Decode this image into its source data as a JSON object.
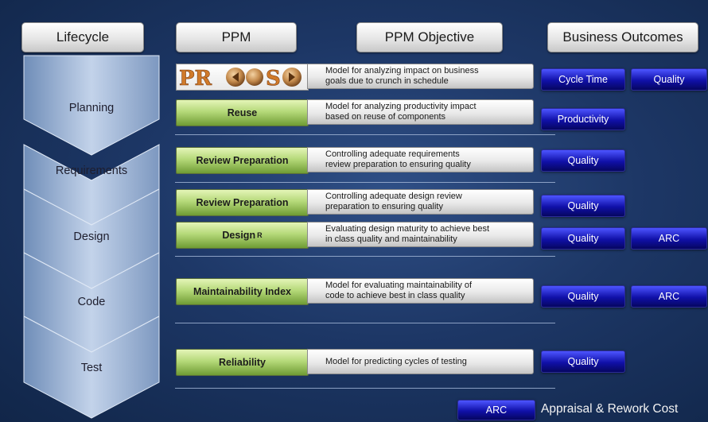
{
  "headers": {
    "lifecycle": "Lifecycle",
    "ppm": "PPM",
    "objective": "PPM Objective",
    "outcomes": "Business Outcomes"
  },
  "stages": [
    "Planning",
    "Requirements",
    "Design",
    "Code",
    "Test"
  ],
  "logo": {
    "text_left": "PR",
    "text_right": "S"
  },
  "rows": [
    {
      "ppm": "",
      "objective_line1": "Model for analyzing impact on business",
      "objective_line2": "goals due to crunch in schedule",
      "outcomes": [
        "Cycle Time",
        "Quality"
      ]
    },
    {
      "ppm": "Reuse",
      "objective_line1": "Model for analyzing productivity impact",
      "objective_line2": "based on reuse of components",
      "outcomes": [
        "Productivity"
      ]
    },
    {
      "ppm": "Review Preparation",
      "objective_line1": "Controlling adequate requirements",
      "objective_line2": "review preparation to ensuring quality",
      "outcomes": [
        "Quality"
      ]
    },
    {
      "ppm": "Review Preparation",
      "objective_line1": "Controlling  adequate design review",
      "objective_line2": "preparation to ensuring quality",
      "outcomes": [
        "Quality"
      ]
    },
    {
      "ppm": "Design",
      "ppm_sup": "R",
      "objective_line1": "Evaluating design maturity to achieve best",
      "objective_line2": "in class quality and maintainability",
      "outcomes": [
        "Quality",
        "ARC"
      ]
    },
    {
      "ppm": "Maintainability Index",
      "objective_line1": "Model for evaluating maintainability of",
      "objective_line2": "code to achieve best in class quality",
      "outcomes": [
        "Quality",
        "ARC"
      ]
    },
    {
      "ppm": "Reliability",
      "objective_line1": "Model for predicting cycles of testing",
      "objective_line2": "",
      "outcomes": [
        "Quality"
      ]
    }
  ],
  "legend": {
    "key": "ARC",
    "text": "Appraisal & Rework Cost"
  },
  "colors": {
    "background": "#1d3766",
    "chevron": "#8fa9cc",
    "ppm_green": "#8bbf45",
    "outcome_blue": "#1414b4"
  }
}
